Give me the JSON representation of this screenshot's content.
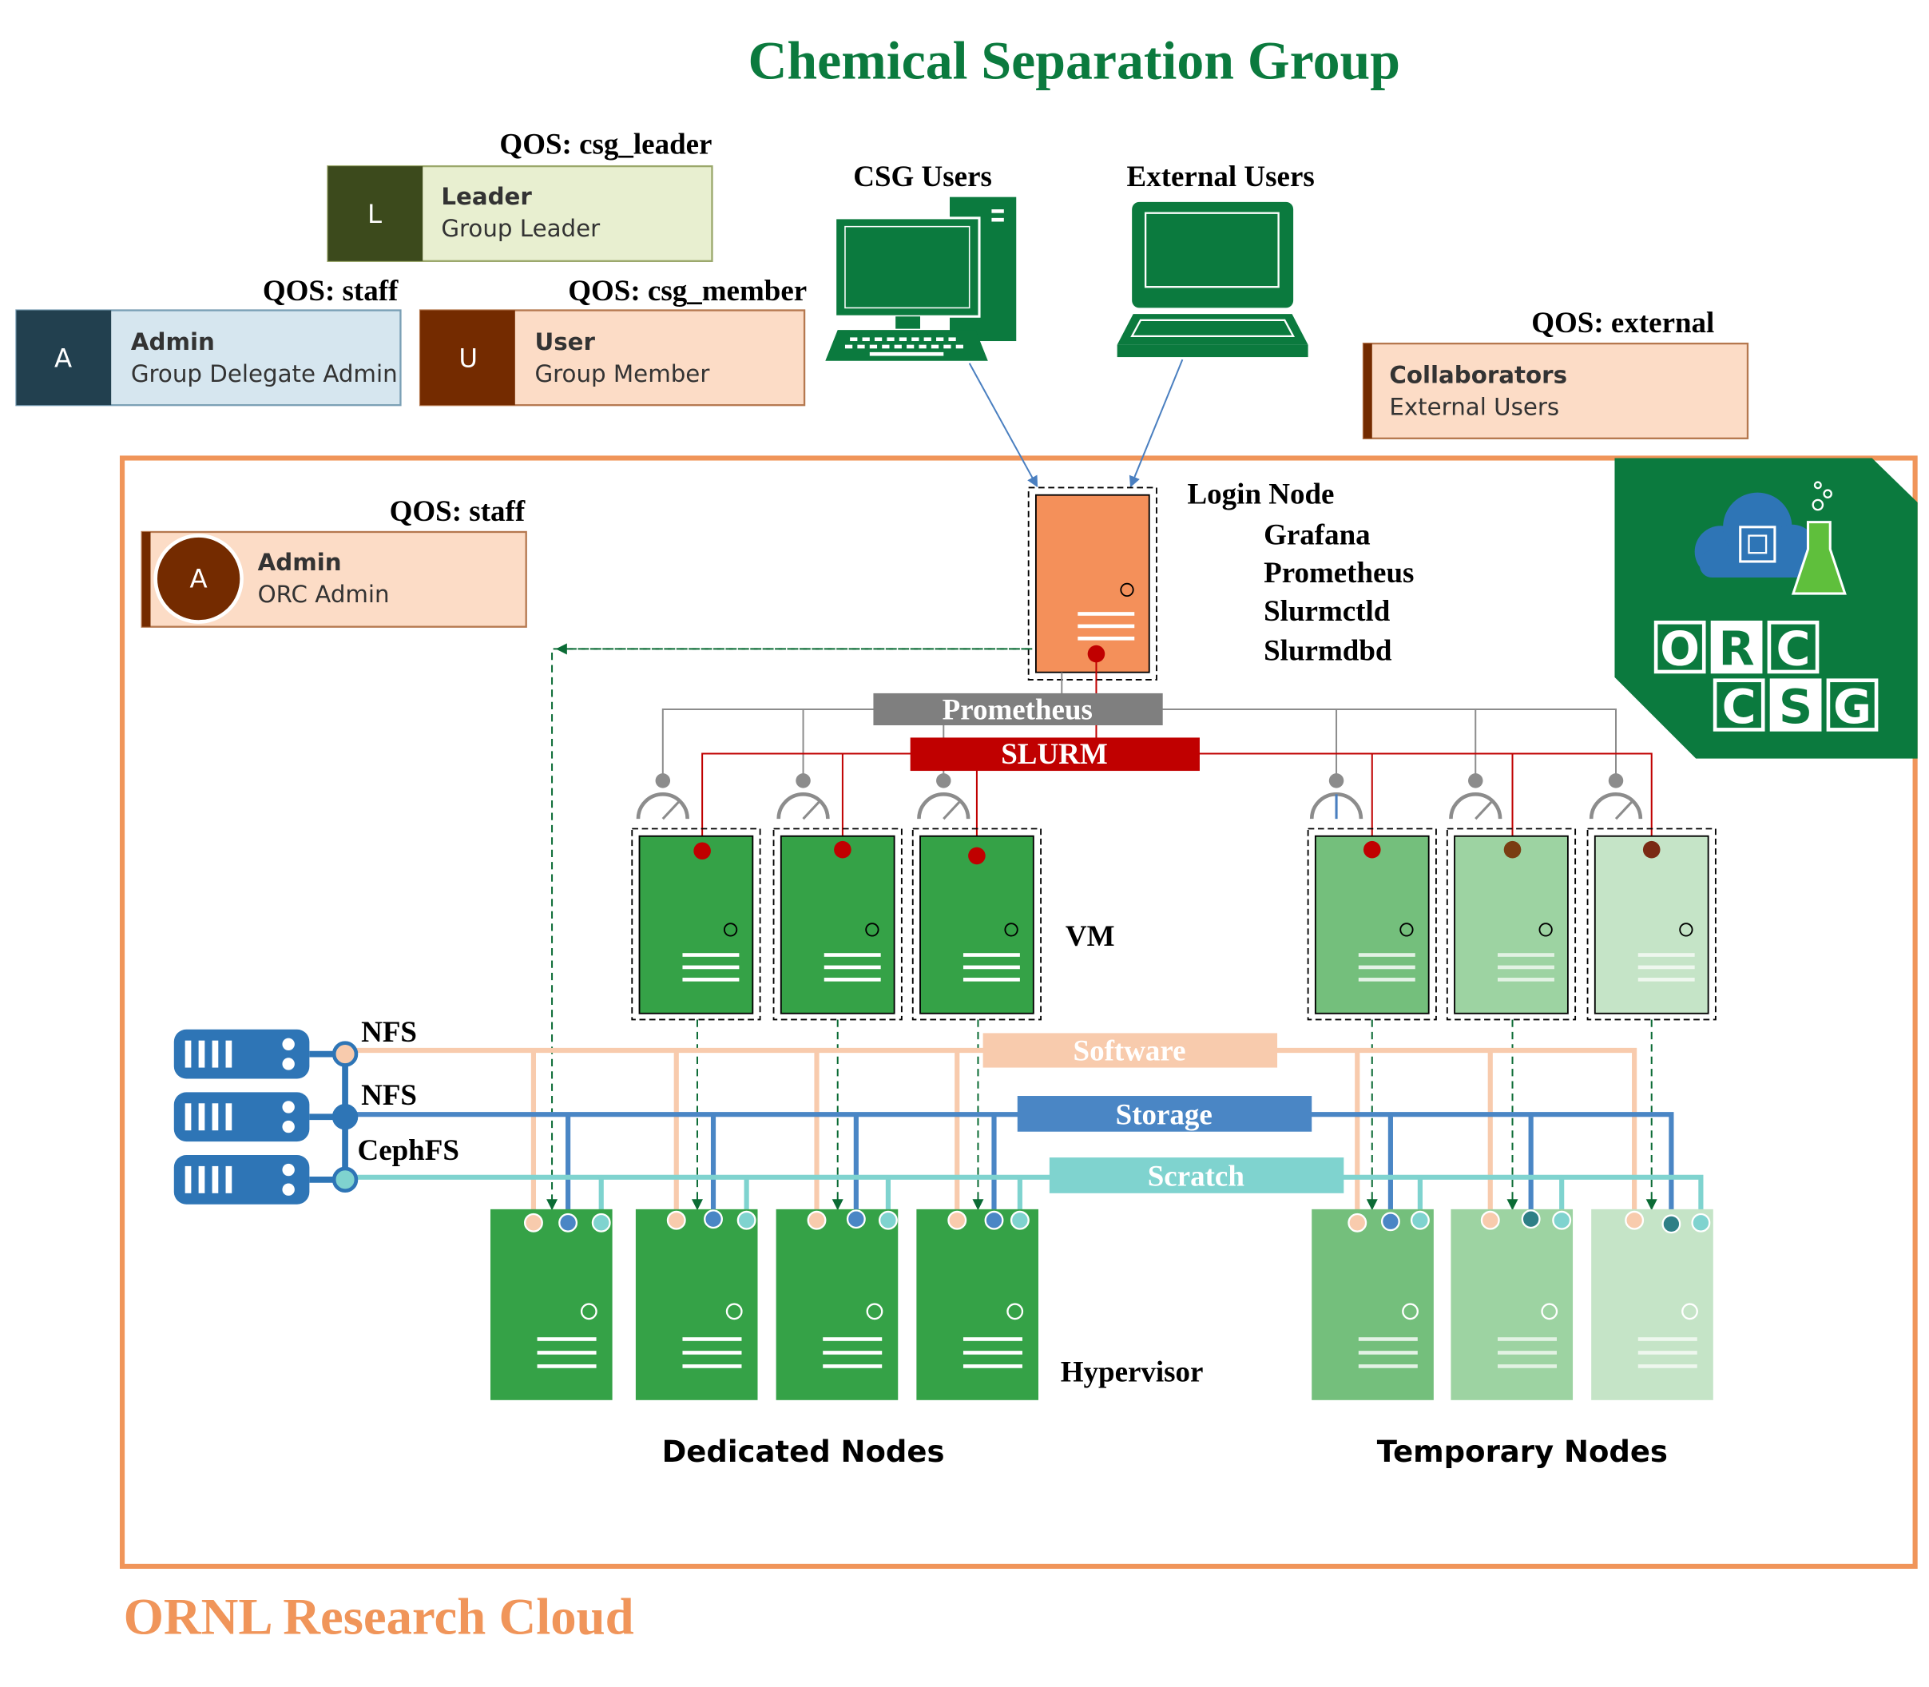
{
  "header": {
    "title": "Chemical Separation Group"
  },
  "footer": {
    "title": "ORNL Research Cloud"
  },
  "roles": {
    "leader": {
      "qos": "QOS: csg_leader",
      "initial": "L",
      "name": "Leader",
      "desc": "Group Leader"
    },
    "admin": {
      "qos": "QOS: staff",
      "initial": "A",
      "name": "Admin",
      "desc": "Group Delegate Admin"
    },
    "user": {
      "qos": "QOS: csg_member",
      "initial": "U",
      "name": "User",
      "desc": "Group Member"
    },
    "collaborators": {
      "qos": "QOS: external",
      "name": "Collaborators",
      "desc": "External Users"
    },
    "orc_admin": {
      "qos": "QOS: staff",
      "initial": "A",
      "name": "Admin",
      "desc": "ORC Admin"
    }
  },
  "users": {
    "csg_label": "CSG Users",
    "external_label": "External Users"
  },
  "login_node": {
    "title": "Login Node",
    "services": [
      "Grafana",
      "Prometheus",
      "Slurmctld",
      "Slurmdbd"
    ]
  },
  "buses": {
    "prometheus": "Prometheus",
    "slurm": "SLURM",
    "software": "Software",
    "storage": "Storage",
    "scratch": "Scratch"
  },
  "storage_servers": [
    "NFS",
    "NFS",
    "CephFS"
  ],
  "labels": {
    "vm": "VM",
    "hypervisor": "Hypervisor",
    "dedicated": "Dedicated Nodes",
    "temporary": "Temporary Nodes"
  },
  "logo": {
    "row1": [
      "O",
      "R",
      "C"
    ],
    "row2": [
      "C",
      "S",
      "G"
    ]
  },
  "colors": {
    "title_green": "#0b7a3e",
    "orc_orange": "#f0955a",
    "node_green": "#35a247",
    "temp_green_1": "#74bf7c",
    "temp_green_2": "#9dd3a2",
    "temp_green_3": "#c5e4c7",
    "software": "#f8cbad",
    "storage": "#4a86c5",
    "scratch": "#7fd3cf",
    "prometheus": "#7f7f7f",
    "slurm": "#c00000",
    "server_blue": "#2e75b6"
  }
}
